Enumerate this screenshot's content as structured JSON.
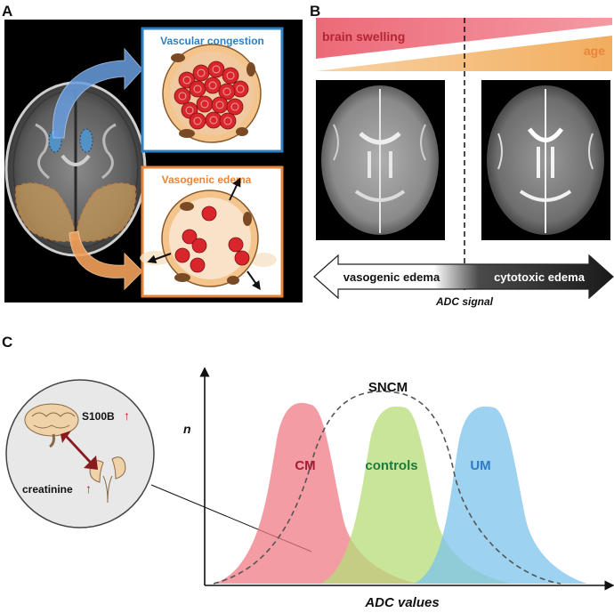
{
  "panels": {
    "a": {
      "letter": "A",
      "box_top_title": "Vascular congestion",
      "box_bottom_title": "Vasogenic edema",
      "colors": {
        "blue": "#2f7fc1",
        "orange": "#e8853a",
        "rbc": "#d9262c"
      }
    },
    "b": {
      "letter": "B",
      "band_top_label": "brain swelling",
      "band_bottom_label": "age",
      "arrow_left_label": "vasogenic edema",
      "arrow_right_label": "cytotoxic edema",
      "arrow_caption": "ADC signal",
      "colors": {
        "swelling": "#ee6e7a",
        "age": "#f4b46a"
      }
    },
    "c": {
      "letter": "C",
      "marker_s100b": "S100B",
      "marker_creatinine": "creatinine",
      "up_arrow": "↑",
      "y_axis_label": "n",
      "x_axis_label": "ADC values",
      "curve_labels": {
        "cm": "CM",
        "controls": "controls",
        "um": "UM",
        "sncm": "SNCM"
      },
      "colors": {
        "cm": "#ef7b86",
        "controls": "#b5dc78",
        "um": "#7cc3ec",
        "cm_text": "#a31e33",
        "controls_text": "#1e7a3c",
        "um_text": "#2b7cc4"
      }
    }
  }
}
